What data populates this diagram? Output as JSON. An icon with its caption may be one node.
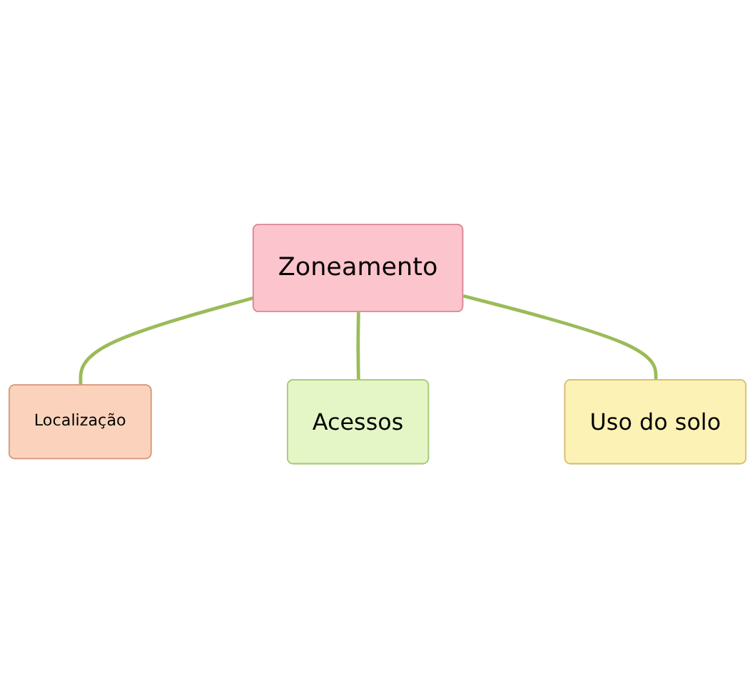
{
  "diagram": {
    "nodes": [
      {
        "text": [
          "Localização"
        ]
      },
      {
        "text": [
          "Zoneamento"
        ]
      },
      {
        "text": [
          "Acessos"
        ]
      },
      {
        "text": [
          "Uso do solo"
        ]
      }
    ],
    "edges": [
      {
        "from": 1,
        "to": 0,
        "arrow": "none"
      },
      {
        "from": 1,
        "to": 2,
        "arrow": "none"
      },
      {
        "from": 1,
        "to": 3,
        "arrow": "none"
      }
    ]
  }
}
